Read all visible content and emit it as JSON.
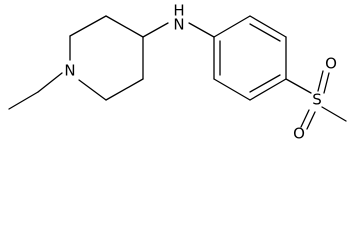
{
  "diagram": {
    "type": "chemical-structure",
    "atoms": {
      "piperidine_n": "N",
      "amine_nh": "N",
      "amine_h": "H",
      "sulfur": "S",
      "oxygen_1": "O",
      "oxygen_2": "O"
    },
    "line_color": "#000000",
    "background": "#ffffff"
  }
}
